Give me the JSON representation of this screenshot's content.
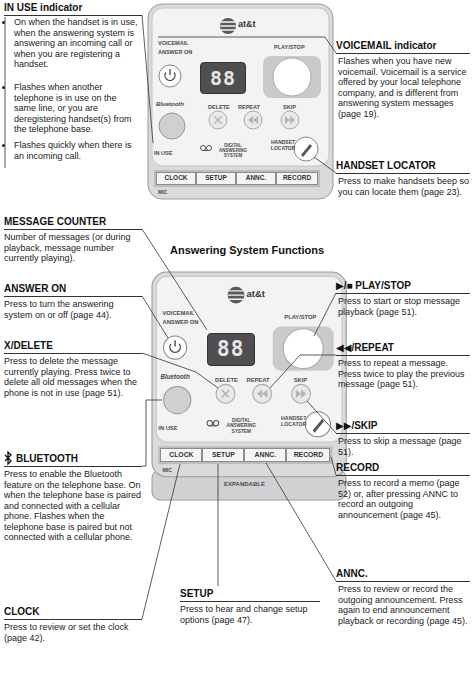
{
  "diagram": {
    "title": "Answering System Functions",
    "nodes": [
      {
        "text": [
          "88"
        ]
      },
      {
        "text": [
          "CLOCK"
        ]
      },
      {
        "text": [
          "SETUP"
        ]
      },
      {
        "text": [
          "ANNC."
        ]
      },
      {
        "text": [
          "RECORD"
        ]
      },
      {
        "text": [
          "88"
        ]
      },
      {
        "text": [
          "CLOCK"
        ]
      },
      {
        "text": [
          "SETUP"
        ]
      },
      {
        "text": [
          "ANNC."
        ]
      },
      {
        "text": [
          "RECORD"
        ]
      }
    ],
    "labels": [
      "IN USE indicator",
      "On when the handset is in use, when the answering system is answering an incoming call or when you are registering a handset.",
      "Flashes when another telephone is in use on the same line, or you are deregistering handset(s) from the telephone base.",
      "Flashes quickly when there is an incoming call.",
      "at&t",
      "VOICEMAIL",
      "ANSWER ON",
      "PLAY/STOP",
      "Bluetooth",
      "DELETE",
      "REPEAT",
      "SKIP",
      "IN USE",
      "DIGITAL ANSWERING SYSTEM",
      "HANDSET LOCATOR",
      "MIC",
      "VOICEMAIL indicator",
      "Flashes when you have new voicemail. Voicemail is a service offered by your local telephone company, and is different from answering system messages (page 19).",
      "HANDSET LOCATOR",
      "Press to make handsets beep so you can locate them (page 23).",
      "MESSAGE COUNTER",
      "Number of messages (or during playback, message number currently playing).",
      "ANSWER ON",
      "Press to turn the answering system on or off (page 44).",
      "X/DELETE",
      "Press to delete the message currently playing. Press twice to delete all old messages when the phone is not in use (page 51).",
      "BLUETOOTH",
      "Press to enable the Bluetooth feature on the telephone base. On when the telephone base is paired and connected with a cellular phone. Flashes when the telephone base is paired but not connected with a cellular phone.",
      "CLOCK",
      "Press to review or set the clock (page 42).",
      "at&t",
      "VOICEMAIL",
      "ANSWER ON",
      "PLAY/STOP",
      "Bluetooth",
      "DELETE",
      "REPEAT",
      "SKIP",
      "IN USE",
      "DIGITAL ANSWERING SYSTEM",
      "HANDSET LOCATOR",
      "MIC",
      "EXPANDABLE",
      "▶/■ PLAY/STOP",
      "Press to start or stop message playback (page 51).",
      "◀◀/REPEAT",
      "Press to repeat a message. Press twice to play the previous message (page 51).",
      "▶▶/SKIP",
      "Press to skip a message (page 51).",
      "RECORD",
      "Press to record a memo (page 52) or, after pressing ANNC to record an outgoing announcement (page 45).",
      "SETUP",
      "Press to hear and change setup options (page 47).",
      "ANNC.",
      "Press to review or record the outgoing announcement. Press again to end announcement playback or recording (page 45)."
    ]
  }
}
